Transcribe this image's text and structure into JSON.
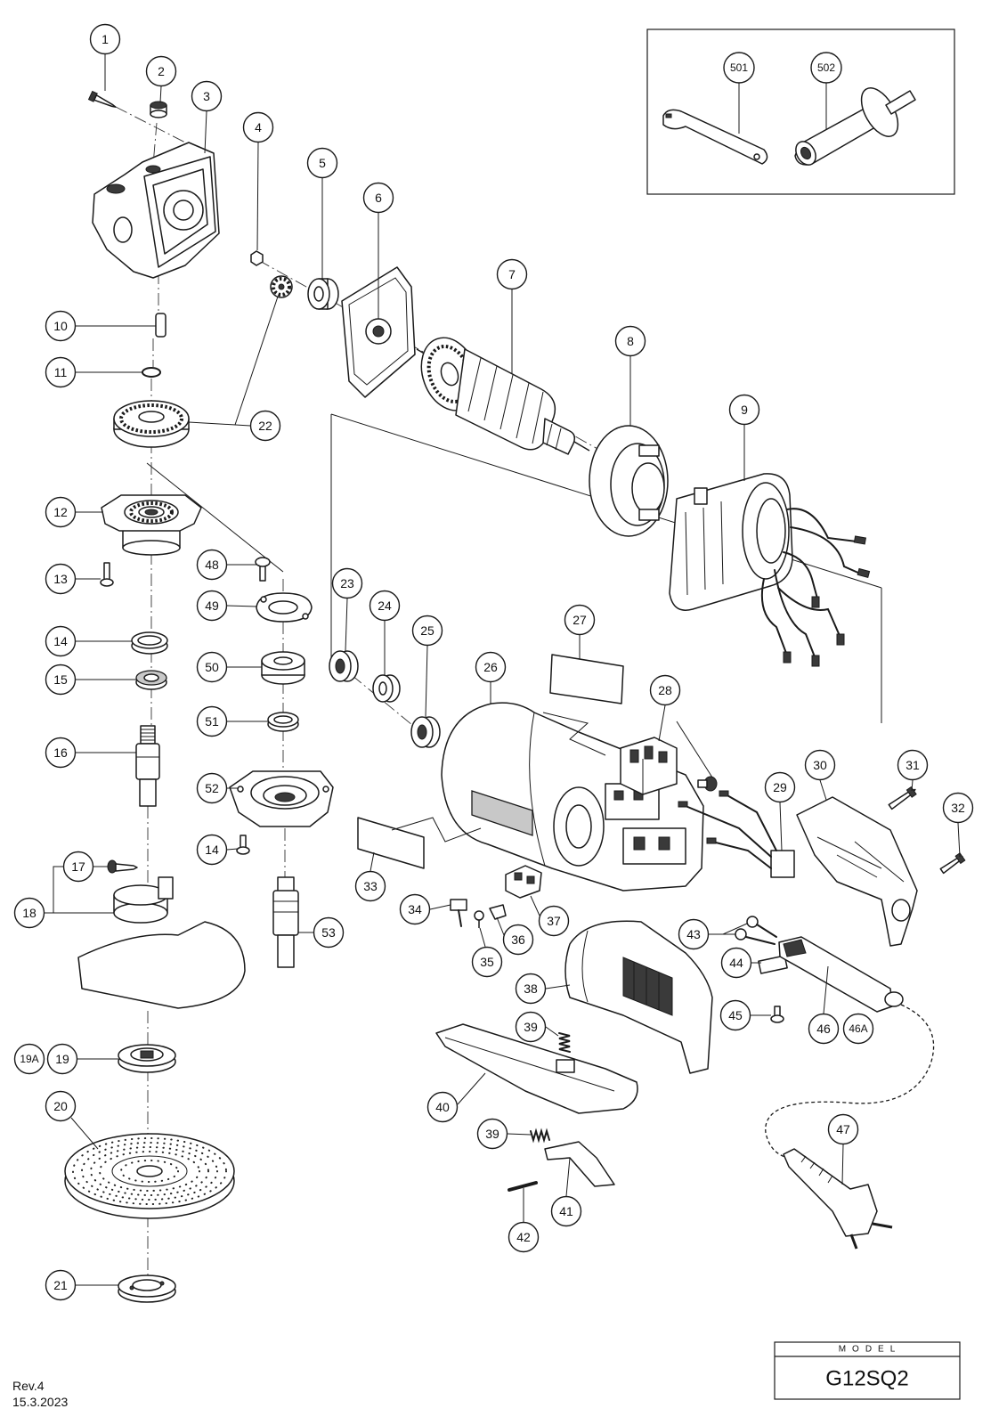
{
  "callouts": [
    "1",
    "2",
    "3",
    "4",
    "5",
    "6",
    "7",
    "8",
    "9",
    "10",
    "11",
    "22",
    "12",
    "13",
    "48",
    "49",
    "14",
    "15",
    "50",
    "51",
    "16",
    "52",
    "14",
    "23",
    "24",
    "25",
    "26",
    "27",
    "28",
    "29",
    "30",
    "31",
    "32",
    "17",
    "18",
    "33",
    "34",
    "36",
    "37",
    "35",
    "53",
    "43",
    "44",
    "45",
    "46",
    "46A",
    "38",
    "39",
    "40",
    "39",
    "41",
    "42",
    "47",
    "19A",
    "19",
    "20",
    "21"
  ],
  "accessory_callouts": [
    "501",
    "502"
  ],
  "footer": {
    "revision": "Rev.4",
    "date": "15.3.2023"
  },
  "model_box": {
    "label": "MODEL",
    "value": "G12SQ2"
  }
}
